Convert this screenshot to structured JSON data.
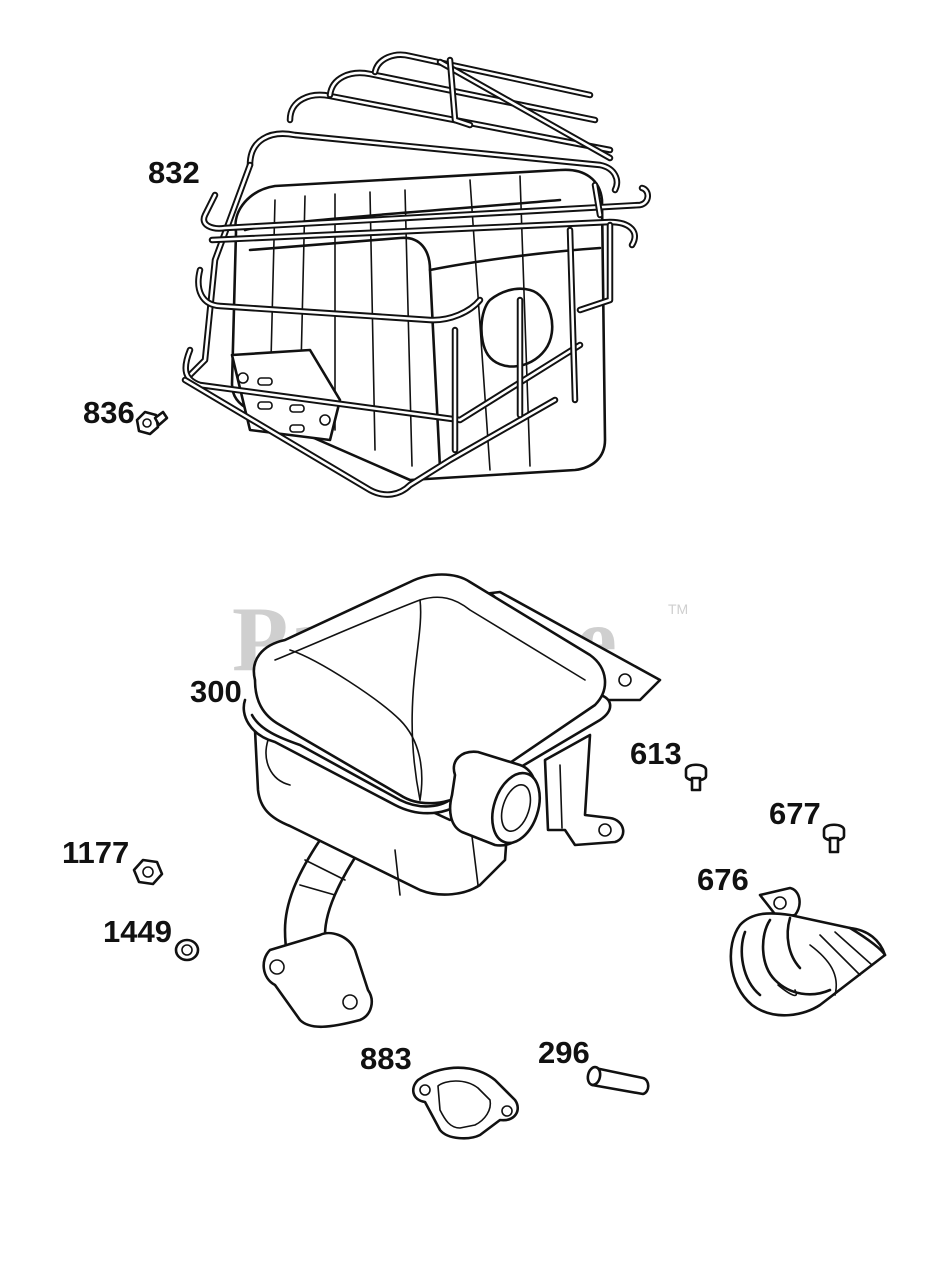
{
  "watermark": {
    "text": "PartsTree",
    "trademark": "TM"
  },
  "colors": {
    "line": "#111111",
    "watermark": "#cfcfcf",
    "background": "#ffffff"
  },
  "parts": [
    {
      "id": "832",
      "label": "832"
    },
    {
      "id": "836",
      "label": "836"
    },
    {
      "id": "300",
      "label": "300"
    },
    {
      "id": "613",
      "label": "613"
    },
    {
      "id": "677",
      "label": "677"
    },
    {
      "id": "676",
      "label": "676"
    },
    {
      "id": "1177",
      "label": "1177"
    },
    {
      "id": "1449",
      "label": "1449"
    },
    {
      "id": "883",
      "label": "883"
    },
    {
      "id": "296",
      "label": "296"
    }
  ]
}
